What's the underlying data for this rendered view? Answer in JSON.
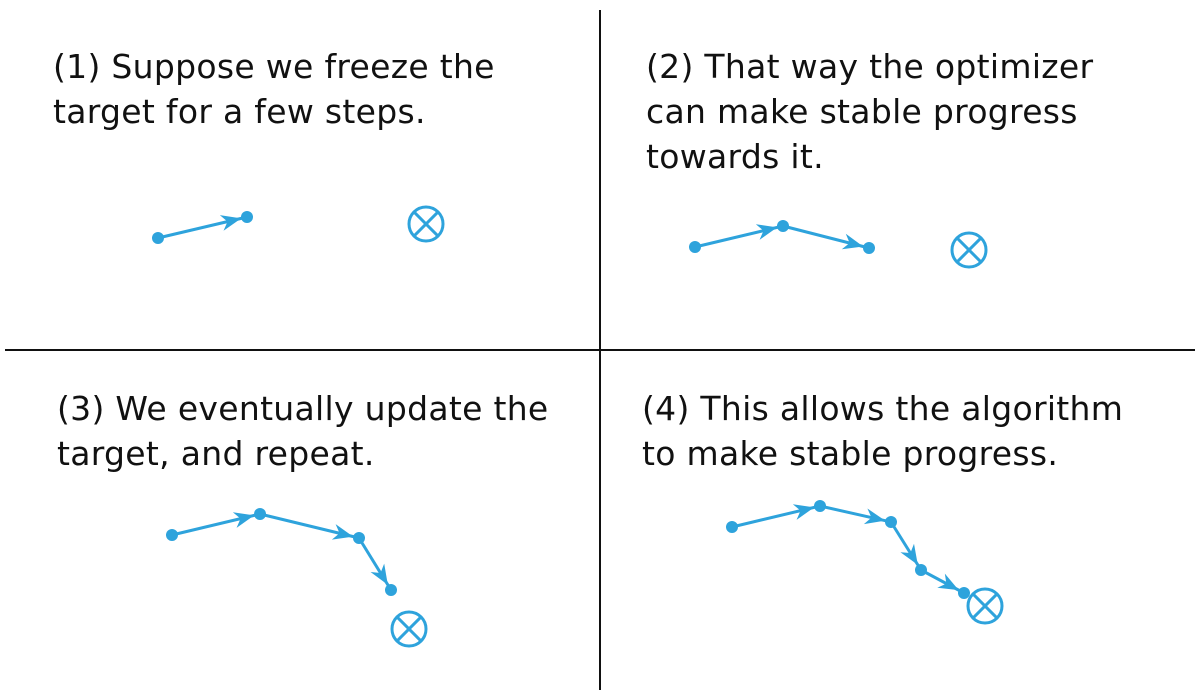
{
  "panels": [
    {
      "lines": [
        "(1) Suppose we freeze the",
        "target for a few steps."
      ]
    },
    {
      "lines": [
        "(2) That way the optimizer",
        "can make stable progress",
        "towards it."
      ]
    },
    {
      "lines": [
        "(3) We eventually update the",
        "target, and repeat."
      ]
    },
    {
      "lines": [
        "(4) This allows the algorithm",
        "to make stable progress."
      ]
    }
  ],
  "colors": {
    "accent": "#2ea3dc",
    "divider": "#111111"
  }
}
